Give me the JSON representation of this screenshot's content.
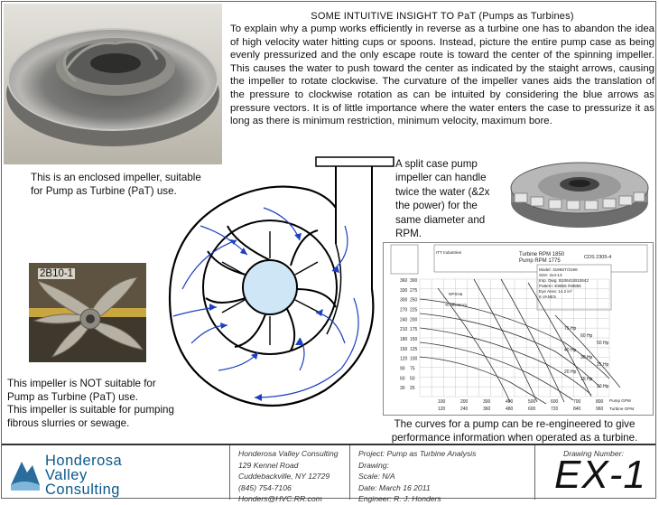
{
  "header": {
    "title": "SOME INTUITIVE INSIGHT TO PaT (Pumps as Turbines)",
    "intro": "To explain why a pump works efficiently in reverse as a turbine one has to abandon the idea of high velocity water hitting cups or spoons. Instead, picture the entire pump case as being evenly pressurized and the only escape route is toward the center of the spinning impeller. This causes the water to push toward the center as indicated by the staight arrows, causing the impeller to rotate clockwise. The curvature of the impeller vanes aids the translation of the pressure to clockwise rotation as can be intuited by considering the blue arrows as pressure vectors. It is of little importance where the water enters the case to pressurize it as long as there is minimum restriction, minimum velocity, maximum bore."
  },
  "captions": {
    "enclosed": "This is an enclosed impeller, suitable for Pump as Turbine (PaT) use.",
    "split_case": "A split case pump impeller can handle twice the water (&2x the power) for the same diameter and RPM.",
    "not_suitable_line1": "This impeller is NOT suitable for Pump as Turbine (PaT) use.",
    "not_suitable_line2": "This impeller is suitable for pumping fibrous slurries or sewage.",
    "curves": "The curves for a pump can be re-engineered to give performance information when operated as a turbine."
  },
  "open_impeller_label": "2B10-1",
  "pump_curve": {
    "turbine_rpm": "Turbine RPM 1850",
    "pump_rpm": "Pump    RPM 1775",
    "code": "CDS 2305-4",
    "company": "ITT Industries",
    "model": "Model: 3196ST/3196",
    "size": "Size: 2x4-13",
    "imp_dwg": "Imp. Dwg. B10641/B10642",
    "pattern": "Pattern: E9855 /N9855",
    "eye_area": "Eye Area: 14.2 in²",
    "vanes": "6 VANES",
    "npsh_label": "NPSHa",
    "eff_label": "% efficiency",
    "pump_gpm": "Pump GPM",
    "turbine_gpm": "Turbine GPM",
    "x_ticks": [
      "100",
      "200",
      "300",
      "400",
      "500",
      "600",
      "700",
      "800"
    ],
    "x_ticks_turbine": [
      "120",
      "240",
      "360",
      "480",
      "600",
      "720",
      "840",
      "960"
    ],
    "y_ticks_left": [
      "360",
      "330",
      "300",
      "270",
      "240",
      "210",
      "180",
      "150",
      "120",
      "90",
      "60",
      "30"
    ],
    "y_ticks_right": [
      "300",
      "275",
      "250",
      "225",
      "200",
      "175",
      "150",
      "125",
      "100",
      "75",
      "50",
      "25"
    ],
    "hp_labels": [
      "75 Hp",
      "60 Hp",
      "50 Hp",
      "40 Hp",
      "30 Hp",
      "25 Hp",
      "20 Hp",
      "15 Hp",
      "10 Hp"
    ]
  },
  "title_block": {
    "logo": [
      "Honderosa",
      "Valley",
      "Consulting"
    ],
    "company_lines": [
      "Honderosa Valley Consulting",
      "129 Kennel Road",
      "Cuddebackville, NY 12729",
      "(845) 754-7106",
      "Honders@HVC.RR.com"
    ],
    "project_lines": [
      "Project: Pump as Turbine Analysis",
      "Drawing:",
      "Scale: N/A",
      "Date:  March 16 2011",
      "Engineer: R. J. Honders"
    ],
    "drawing_number_label": "Drawing Number:",
    "drawing_number": "EX-1"
  }
}
